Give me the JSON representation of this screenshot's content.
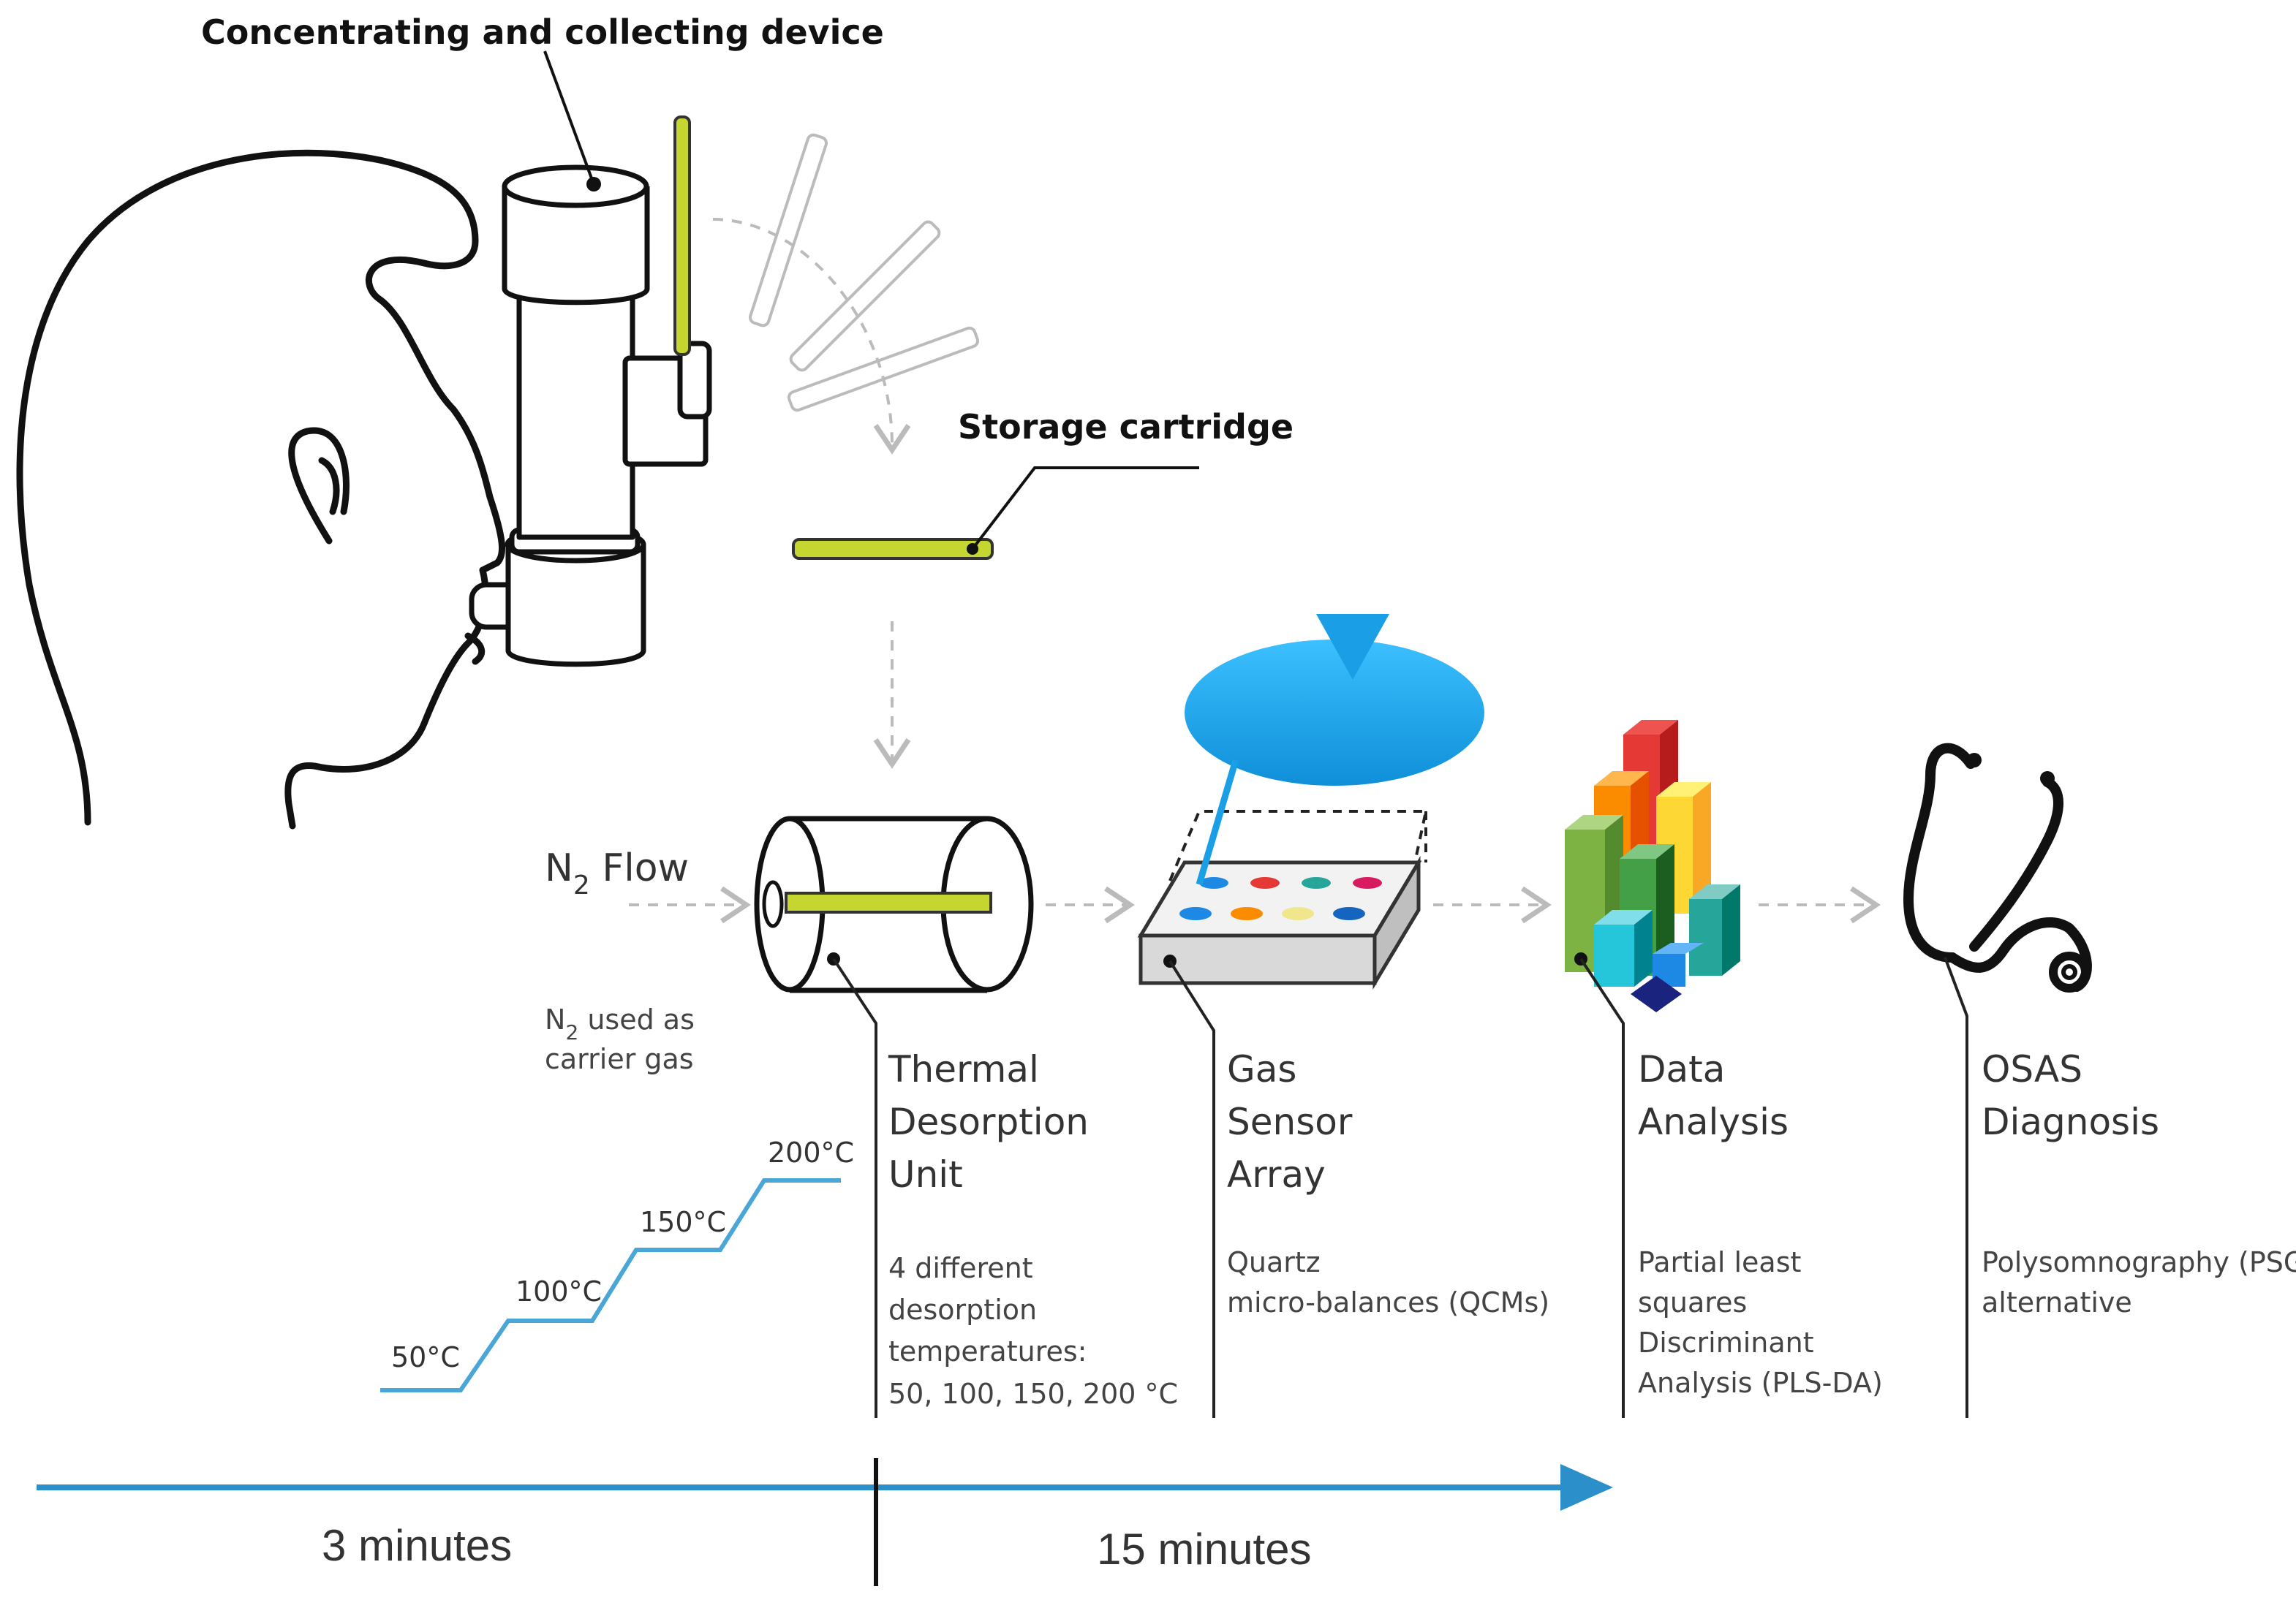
{
  "labels": {
    "device": "Concentrating and collecting device",
    "cartridge": "Storage cartridge",
    "n2_flow": "N",
    "n2_flow_sub": "2",
    "n2_flow_rest": " Flow",
    "n2_note_1": "N",
    "n2_note_1_sub": "2",
    "n2_note_1_rest": " used as",
    "n2_note_2": "carrier gas"
  },
  "temps": [
    "50°C",
    "100°C",
    "150°C",
    "200°C"
  ],
  "steps": [
    {
      "title": [
        "Thermal",
        "Desorption",
        "Unit"
      ],
      "desc": [
        "4 different",
        "desorption",
        "temperatures:",
        "50, 100, 150, 200 °C"
      ]
    },
    {
      "title": [
        "Gas",
        "Sensor",
        "Array"
      ],
      "desc": [
        "Quartz",
        "micro-balances (QCMs)"
      ]
    },
    {
      "title": [
        "Data",
        "Analysis"
      ],
      "desc": [
        "Partial least",
        "squares",
        "Discriminant",
        "Analysis (PLS-DA)"
      ]
    },
    {
      "title": [
        "OSAS",
        "Diagnosis"
      ],
      "desc": [
        "Polysomnography (PSG)",
        "alternative"
      ]
    }
  ],
  "timeline": {
    "phase1": "3 minutes",
    "phase2": "15 minutes"
  },
  "colors": {
    "cartridge": "#c6d630",
    "timeline": "#2b8fc9",
    "temp_line": "#4aa6d6",
    "bubble": "#1aa3e8"
  }
}
